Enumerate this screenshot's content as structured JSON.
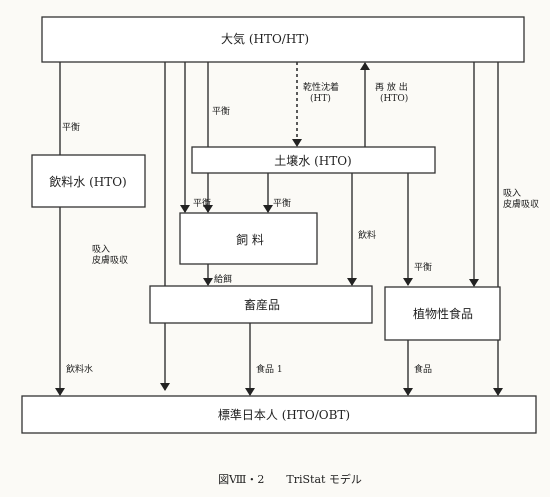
{
  "boxes": {
    "air": "大気 (HTO/HT)",
    "drinking_water": "飲料水 (HTO)",
    "soil_water": "土壌水 (HTO)",
    "feed": "飼 料",
    "livestock": "畜産品",
    "plant_food": "植物性食品",
    "human": "標準日本人 (HTO/OBT)"
  },
  "labels": {
    "eq_air_dw": "平衡",
    "eq_air_feed": "平衡",
    "eq_feed_left": "平衡",
    "eq_feed_right": "平衡",
    "feeding": "給餌",
    "drinking_soil_live": "飲料",
    "eq_soil_plant": "平衡",
    "dry_deposition_line1": "乾性沈着",
    "dry_deposition_line2": "(HT)",
    "reemission_line1": "再 放 出",
    "reemission_line2": "(HTO)",
    "inhale_right_line1": "吸入",
    "inhale_right_line2": "皮膚吸収",
    "inhale_left_line1": "吸入",
    "inhale_left_line2": "皮膚吸収",
    "drinking_water_flow": "飲料水",
    "food_left": "食品 1",
    "food_right": "食品"
  },
  "caption": "図Ⅷ・2　　TriStat モデル"
}
